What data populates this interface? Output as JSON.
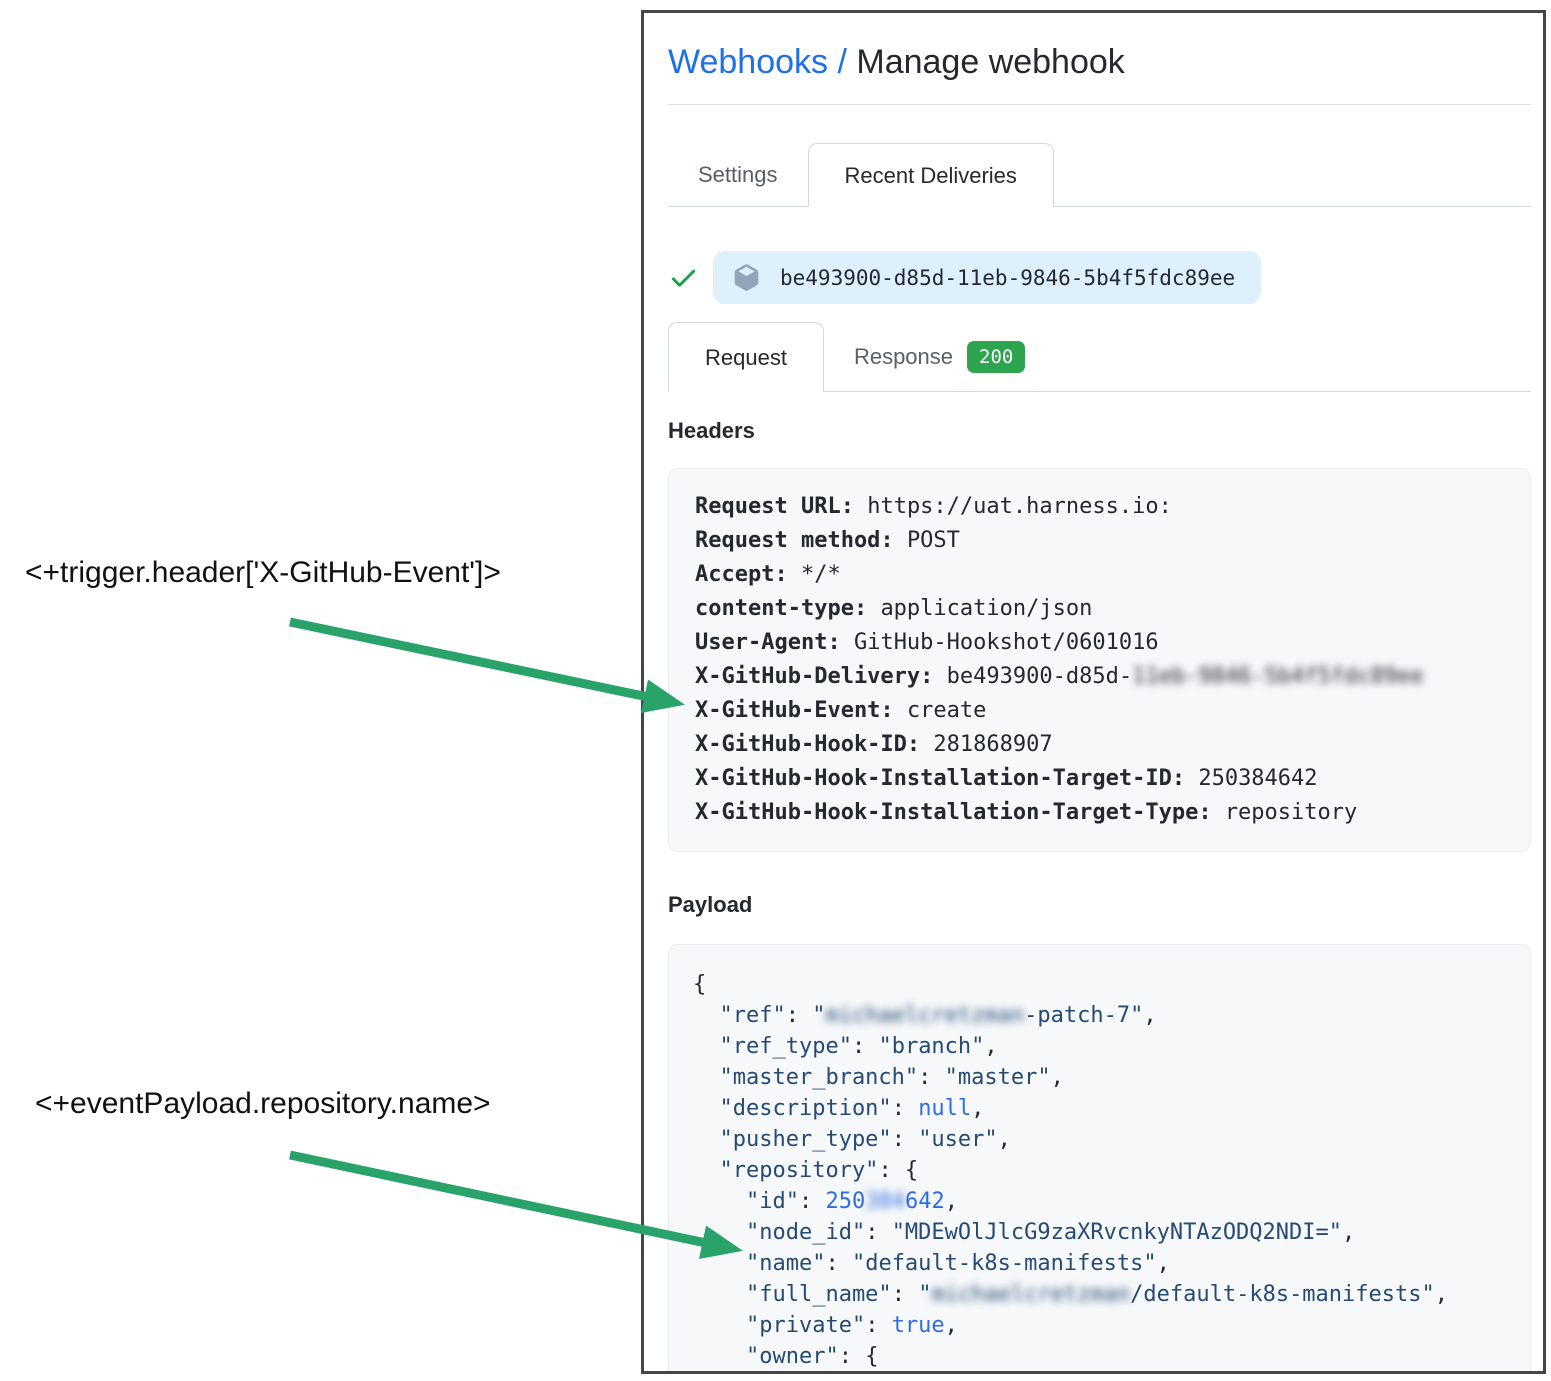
{
  "header": {
    "breadcrumb_link": "Webhooks /",
    "title": "Manage webhook"
  },
  "main_tabs": [
    {
      "label": "Settings",
      "active": false
    },
    {
      "label": "Recent Deliveries",
      "active": true
    }
  ],
  "delivery": {
    "guid": "be493900-d85d-11eb-9846-5b4f5fdc89ee",
    "status_icon": "check-icon",
    "type_icon": "package-icon"
  },
  "detail_tabs": [
    {
      "label": "Request",
      "active": true
    },
    {
      "label": "Response",
      "active": false,
      "badge": "200"
    }
  ],
  "headers_section": {
    "heading": "Headers",
    "lines": [
      {
        "key": "Request URL:",
        "value": "https://uat.harness.io:"
      },
      {
        "key": "Request method:",
        "value": "POST"
      },
      {
        "key": "Accept:",
        "value": "*/*"
      },
      {
        "key": "content-type:",
        "value": "application/json"
      },
      {
        "key": "User-Agent:",
        "value": "GitHub-Hookshot/0601016"
      },
      {
        "key": "X-GitHub-Delivery:",
        "value": "be493900-d85d-",
        "redacted": "11eb-9846-5b4f5fdc89ee"
      },
      {
        "key": "X-GitHub-Event:",
        "value": "create"
      },
      {
        "key": "X-GitHub-Hook-ID:",
        "value": "281868907"
      },
      {
        "key": "X-GitHub-Hook-Installation-Target-ID:",
        "value": "250384642"
      },
      {
        "key": "X-GitHub-Hook-Installation-Target-Type:",
        "value": "repository"
      }
    ]
  },
  "payload_section": {
    "heading": "Payload",
    "lines": [
      [
        {
          "c": "p",
          "t": "{"
        }
      ],
      [
        {
          "c": "k",
          "t": "  \"ref\""
        },
        {
          "c": "p",
          "t": ": "
        },
        {
          "c": "s",
          "t": "\""
        },
        {
          "c": "r",
          "t": "michaelcretzman"
        },
        {
          "c": "s",
          "t": "-patch-7\""
        },
        {
          "c": "p",
          "t": ","
        }
      ],
      [
        {
          "c": "k",
          "t": "  \"ref_type\""
        },
        {
          "c": "p",
          "t": ": "
        },
        {
          "c": "s",
          "t": "\"branch\""
        },
        {
          "c": "p",
          "t": ","
        }
      ],
      [
        {
          "c": "k",
          "t": "  \"master_branch\""
        },
        {
          "c": "p",
          "t": ": "
        },
        {
          "c": "s",
          "t": "\"master\""
        },
        {
          "c": "p",
          "t": ","
        }
      ],
      [
        {
          "c": "k",
          "t": "  \"description\""
        },
        {
          "c": "p",
          "t": ": "
        },
        {
          "c": "n",
          "t": "null"
        },
        {
          "c": "p",
          "t": ","
        }
      ],
      [
        {
          "c": "k",
          "t": "  \"pusher_type\""
        },
        {
          "c": "p",
          "t": ": "
        },
        {
          "c": "s",
          "t": "\"user\""
        },
        {
          "c": "p",
          "t": ","
        }
      ],
      [
        {
          "c": "k",
          "t": "  \"repository\""
        },
        {
          "c": "p",
          "t": ": {"
        }
      ],
      [
        {
          "c": "k",
          "t": "    \"id\""
        },
        {
          "c": "p",
          "t": ": "
        },
        {
          "c": "n",
          "t": "250"
        },
        {
          "c": "m",
          "t": "384"
        },
        {
          "c": "n",
          "t": "642"
        },
        {
          "c": "p",
          "t": ","
        }
      ],
      [
        {
          "c": "k",
          "t": "    \"node_id\""
        },
        {
          "c": "p",
          "t": ": "
        },
        {
          "c": "s",
          "t": "\"MDEwOlJlcG9zaXRvcnkyNTAzODQ2NDI=\""
        },
        {
          "c": "p",
          "t": ","
        }
      ],
      [
        {
          "c": "k",
          "t": "    \"name\""
        },
        {
          "c": "p",
          "t": ": "
        },
        {
          "c": "s",
          "t": "\"default-k8s-manifests\""
        },
        {
          "c": "p",
          "t": ","
        }
      ],
      [
        {
          "c": "k",
          "t": "    \"full_name\""
        },
        {
          "c": "p",
          "t": ": "
        },
        {
          "c": "s",
          "t": "\""
        },
        {
          "c": "r",
          "t": "michaelcretzman"
        },
        {
          "c": "s",
          "t": "/default-k8s-manifests\""
        },
        {
          "c": "p",
          "t": ","
        }
      ],
      [
        {
          "c": "k",
          "t": "    \"private\""
        },
        {
          "c": "p",
          "t": ": "
        },
        {
          "c": "n",
          "t": "true"
        },
        {
          "c": "p",
          "t": ","
        }
      ],
      [
        {
          "c": "k",
          "t": "    \"owner\""
        },
        {
          "c": "p",
          "t": ": {"
        }
      ]
    ]
  },
  "annotations": [
    {
      "text": "<+trigger.header['X-GitHub-Event']>"
    },
    {
      "text": "<+eventPayload.repository.name>"
    }
  ],
  "colors": {
    "arrow_green": "#2aa36b",
    "badge_green": "#2da44e",
    "check_green": "#1d9e49",
    "link_blue": "#1f6feb",
    "pill_blue": "#ddf0fb",
    "json_string": "#254a73",
    "json_constant": "#2d6ce4",
    "code_background": "#f6f8fa"
  }
}
